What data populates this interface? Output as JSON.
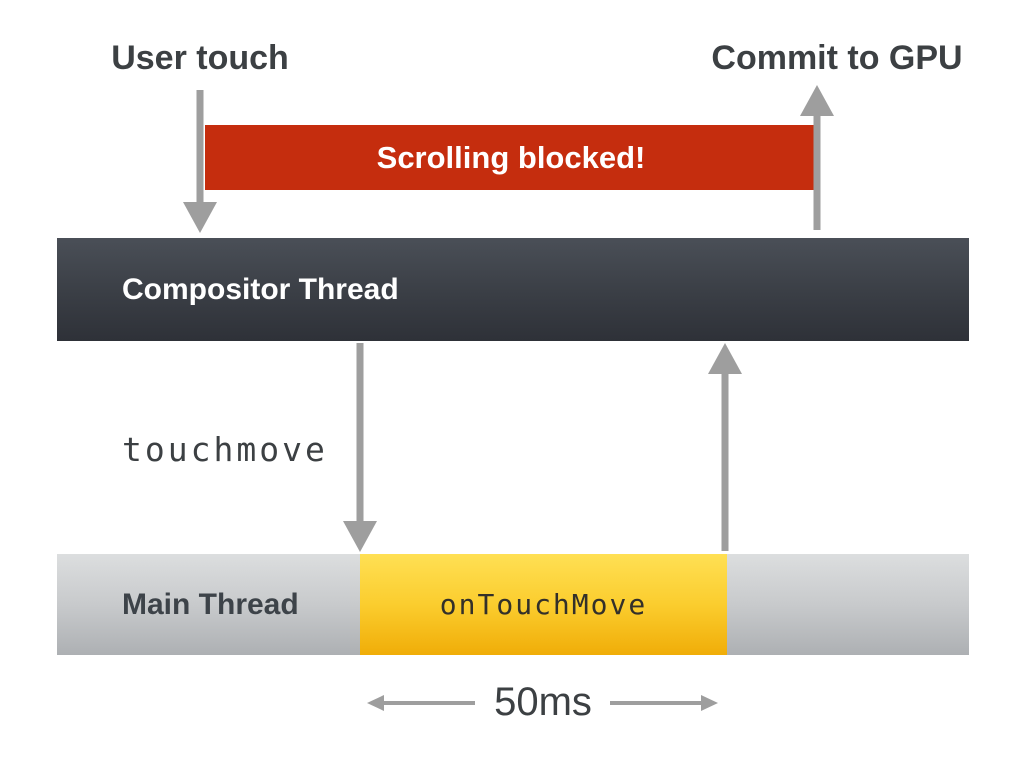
{
  "diagram": {
    "title_labels": {
      "user_touch": "User touch",
      "commit_to_gpu": "Commit to GPU"
    },
    "banner": {
      "label": "Scrolling blocked!"
    },
    "compositor_thread": {
      "label": "Compositor Thread"
    },
    "event": {
      "label": "touchmove"
    },
    "main_thread": {
      "label": "Main Thread",
      "task": {
        "label": "onTouchMove"
      }
    },
    "duration": {
      "label": "50ms"
    },
    "colors": {
      "banner_red": "#c52d0e",
      "compositor_gradient_top": "#4a4f57",
      "compositor_gradient_bottom": "#2e3138",
      "main_thread_gradient_top": "#dcdedf",
      "main_thread_gradient_bottom": "#adb0b3",
      "task_yellow_top": "#ffe054",
      "task_yellow_bottom": "#f0ad08",
      "arrow_gray": "#9e9e9e",
      "text_dark": "#3c4043",
      "banner_text": "#ffffff"
    }
  }
}
